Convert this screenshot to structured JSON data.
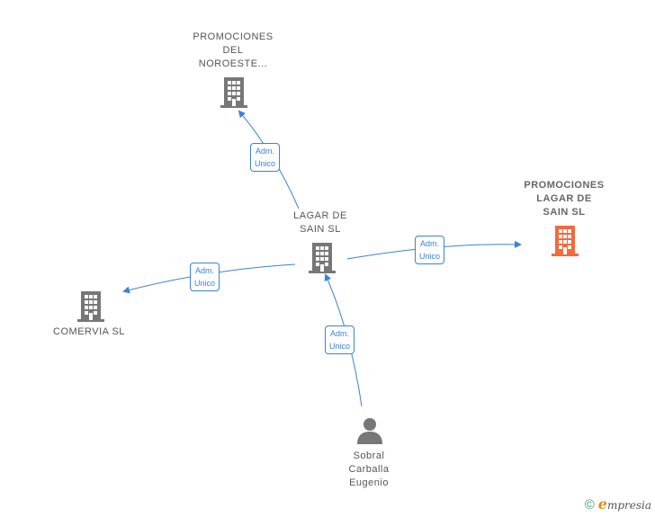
{
  "nodes": {
    "center": {
      "label": "LAGAR DE\nSAIN SL",
      "icon": "building-icon",
      "color": "#777777"
    },
    "noroeste": {
      "label": "PROMOCIONES\nDEL\nNOROESTE...",
      "icon": "building-icon",
      "color": "#777777"
    },
    "promociones_lagar": {
      "label": "PROMOCIONES\nLAGAR DE\nSAIN SL",
      "icon": "building-icon",
      "color": "#f26a3d"
    },
    "comervia": {
      "label": "COMERVIA SL",
      "icon": "building-icon",
      "color": "#777777"
    },
    "sobral": {
      "label": "Sobral\nCarballa\nEugenio",
      "icon": "person-icon",
      "color": "#777777"
    }
  },
  "edges": [
    {
      "id": "to-noroeste",
      "label": "Adm.\nUnico"
    },
    {
      "id": "to-promociones",
      "label": "Adm.\nUnico"
    },
    {
      "id": "to-comervia",
      "label": "Adm.\nUnico"
    },
    {
      "id": "from-sobral",
      "label": "Adm.\nUnico"
    }
  ],
  "colors": {
    "edge": "#3b82d6",
    "focus_node": "#f26a3d",
    "node": "#777777"
  },
  "footer": {
    "copyright": "©",
    "brand_first": "e",
    "brand_rest": "mpresia"
  }
}
